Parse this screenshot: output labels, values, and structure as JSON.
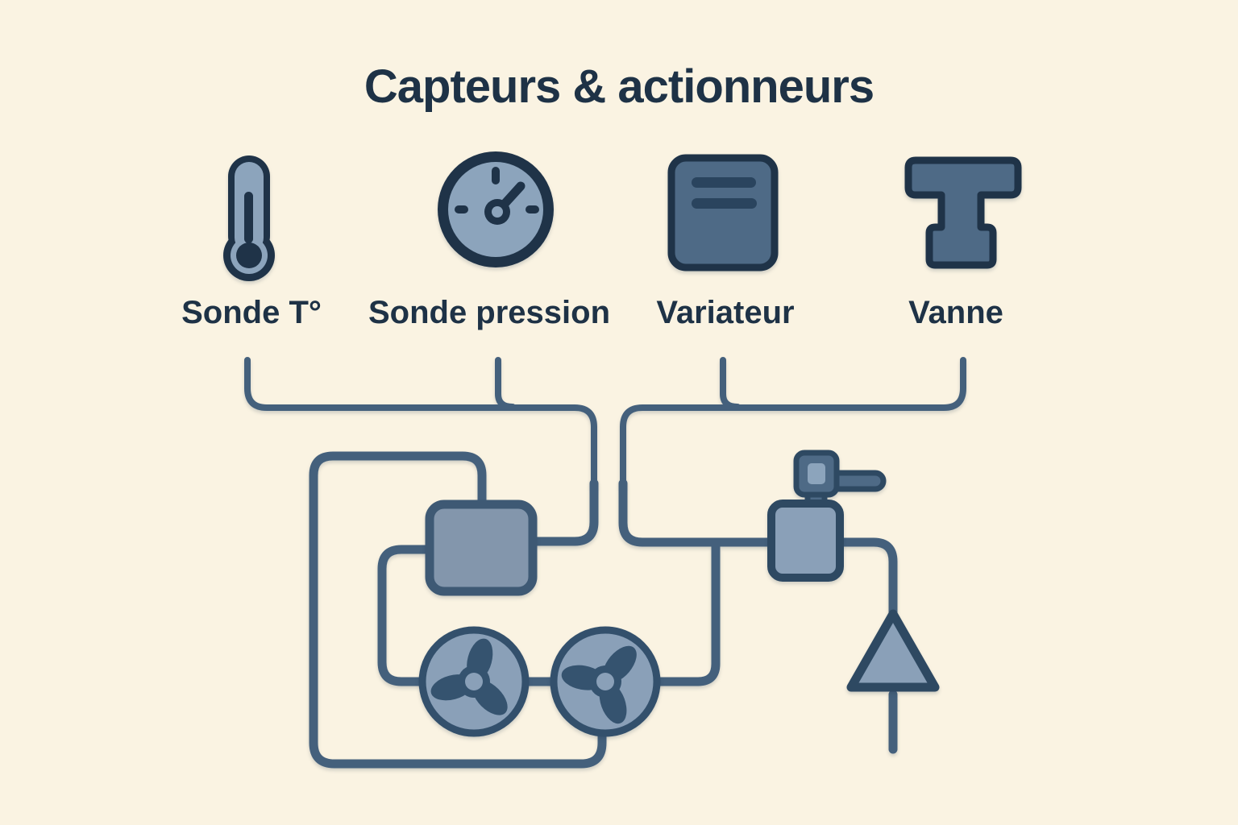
{
  "title": "Capteurs & actionneurs",
  "legend_items": [
    {
      "label": "Sonde T°",
      "icon": "thermometer-icon"
    },
    {
      "label": "Sonde pression",
      "icon": "pressure-gauge-icon"
    },
    {
      "label": "Variateur",
      "icon": "drive-unit-icon"
    },
    {
      "label": "Vanne",
      "icon": "valve-fitting-icon"
    }
  ],
  "diagram": {
    "components": [
      {
        "name": "junction-box"
      },
      {
        "name": "fan-1"
      },
      {
        "name": "fan-2"
      },
      {
        "name": "valve-assembly"
      },
      {
        "name": "flow-direction-arrow"
      }
    ]
  },
  "theme": {
    "background": "#faf3e2",
    "ink": "#1e3246",
    "icon_dark": "#1f3348",
    "icon_medium": "#4e6a86",
    "icon_light": "#8ca4bc",
    "pipe_line": "#44607c",
    "outline_dark": "#2e4962",
    "box_fill": "#8396ac",
    "fan_face": "#8aa0b8",
    "fan_blade": "#35536f"
  }
}
